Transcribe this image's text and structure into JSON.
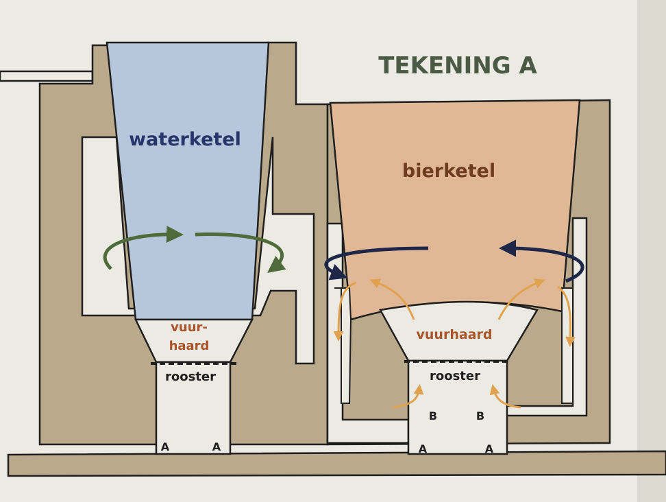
{
  "title": "TEKENING A",
  "labels": {
    "water_kettle": "waterketel",
    "beer_kettle": "bierketel",
    "firebox_left_line1": "vuur-",
    "firebox_left_line2": "haard",
    "firebox_right": "vuurhaard",
    "grate_left": "rooster",
    "grate_right": "rooster",
    "inlet_a": "A",
    "inlet_b": "B"
  },
  "colors": {
    "background": "#ecebe3",
    "masonry": "#baa98b",
    "outline": "#1f1f1f",
    "water": "#b6c7dc",
    "beer": "#e1b896",
    "title": "#4a5a44",
    "water_label": "#27366a",
    "beer_label": "#6e3c22",
    "firebox_label": "#a8532a",
    "green_arrow": "#4f6b3b",
    "navy_arrow": "#1f2748",
    "orange_arrow": "#e0a24e"
  }
}
